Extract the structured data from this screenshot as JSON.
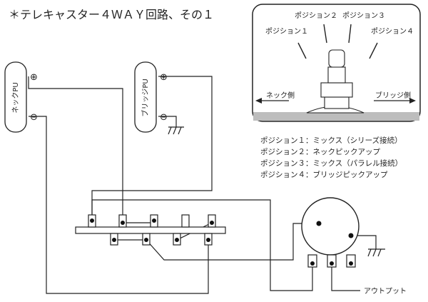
{
  "title": "＊テレキャスター４ＷＡＹ回路、その１",
  "pickups": {
    "neck": {
      "label": "ネックPU",
      "plus": "⊕",
      "minus": "⊖"
    },
    "bridge": {
      "label": "ブリッジPU",
      "plus": "⊕",
      "minus": "⊖"
    }
  },
  "selector_inset": {
    "positions": [
      "ポジション１",
      "ポジション２",
      "ポジション３",
      "ポジション４"
    ],
    "left_direction": "ネック側",
    "right_direction": "ブリッジ側"
  },
  "legend": [
    "ポジション１：ミックス（シリーズ接続）",
    "ポジション２：ネックピックアップ",
    "ポジション３：ミックス（パラレル接続）",
    "ポジション４：ブリッジピックアップ"
  ],
  "output_label": "アウトプット"
}
